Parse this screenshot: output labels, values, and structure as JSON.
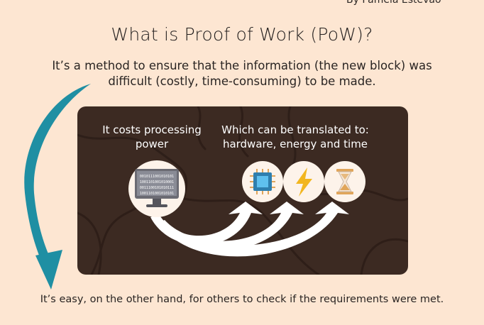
{
  "author": "By Pamela Estevão",
  "title": "What is Proof of Work (PoW)?",
  "intro": {
    "line1": "It’s a method to ensure that the information (the new block) was",
    "line2": "difficult (costly, time-consuming) to be made."
  },
  "panel": {
    "caption_left": {
      "line1": "It costs processing",
      "line2": "power"
    },
    "caption_right": {
      "line1": "Which can be translated to:",
      "line2": "hardware, energy and time"
    },
    "monitor_code": [
      "0010111001010101",
      "1001101001010001",
      "0011100101010111",
      "1001101001010101"
    ],
    "icons": [
      "cpu-chip-icon",
      "lightning-bolt-icon",
      "hourglass-icon"
    ]
  },
  "footer": "It’s easy, on the other hand, for others to check if the requirements were met.",
  "colors": {
    "background": "#fde6d2",
    "panel": "#3c2a22",
    "teal_arrow": "#1f8fa3",
    "icon_circle": "#fdf3ea",
    "cpu_blue": "#3aa0d8",
    "bolt_yellow": "#f2b61f",
    "sand": "#e0a55a"
  }
}
